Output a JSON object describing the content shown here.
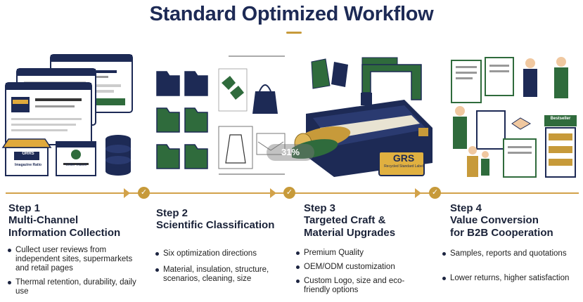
{
  "title": "Standard Optimized Workflow",
  "progress_badge": "31%",
  "illustrations": {
    "store_sign": "Imagazine Ratio",
    "store_sign_short": "ORRS",
    "card_label": "Cetter Vlacoll",
    "grs_label": "GRS",
    "grs_sub": "Recycled Standard Label",
    "shop_sign": "Bestseller"
  },
  "steps": [
    {
      "num": "Step 1",
      "title_lines": [
        "Multi-Channel",
        "Information Collection"
      ],
      "bullets": [
        "Cullect user reviews from independent sites, supermarkets and retail pages",
        "Thermal retention, durability, daily use"
      ]
    },
    {
      "num": "Step 2",
      "title_lines": [
        "Scientific Classification"
      ],
      "bullets": [
        "Six optimization directions",
        "Material, insulation, structure, scenarios, cleaning, size"
      ]
    },
    {
      "num": "Step 3",
      "title_lines": [
        "Targeted Craft &",
        "Material Upgrades"
      ],
      "bullets": [
        "Premium Quality",
        "OEM/ODM customization",
        "Custom Logo, size and eco-friendly options"
      ]
    },
    {
      "num": "Step 4",
      "title_lines": [
        "Value Conversion",
        "for B2B Cooperation"
      ],
      "bullets": [
        "Samples, reports and quotations",
        "Lower returns, higher satisfaction"
      ]
    }
  ],
  "colors": {
    "navy": "#1d2a55",
    "gold": "#c79a3a",
    "green": "#2f6b3c"
  }
}
